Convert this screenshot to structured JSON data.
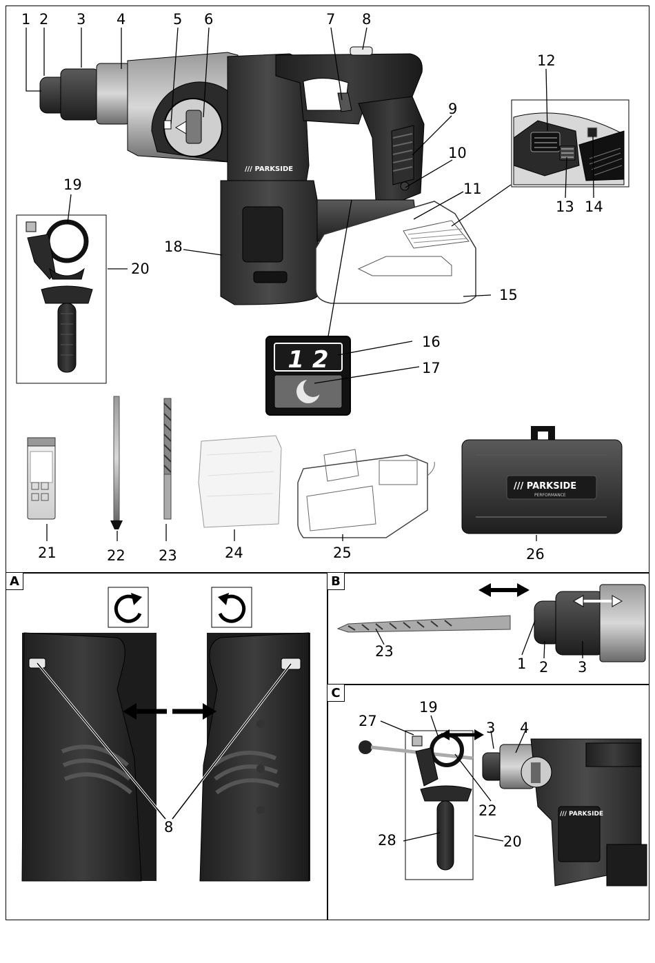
{
  "panels": {
    "a": "A",
    "b": "B",
    "c": "C"
  },
  "brand": {
    "name": "/// PARKSIDE",
    "sub": "PERFORMANCE"
  },
  "display": {
    "digits": "1 2"
  },
  "callouts": {
    "top": [
      "1",
      "2",
      "3",
      "4",
      "5",
      "6",
      "7",
      "8"
    ],
    "n9": "9",
    "n10": "10",
    "n11": "11",
    "n12": "12",
    "n13": "13",
    "n14": "14",
    "n15": "15",
    "n16": "16",
    "n17": "17",
    "n18": "18",
    "n19": "19",
    "n20": "20",
    "n21": "21",
    "n22": "22",
    "n23": "23",
    "n24": "24",
    "n25": "25",
    "n26": "26",
    "a8": "8",
    "b23": "23",
    "b1": "1",
    "b2": "2",
    "b3": "3",
    "c27": "27",
    "c19": "19",
    "c3": "3",
    "c4": "4",
    "c22": "22",
    "c28": "28",
    "c20": "20"
  }
}
